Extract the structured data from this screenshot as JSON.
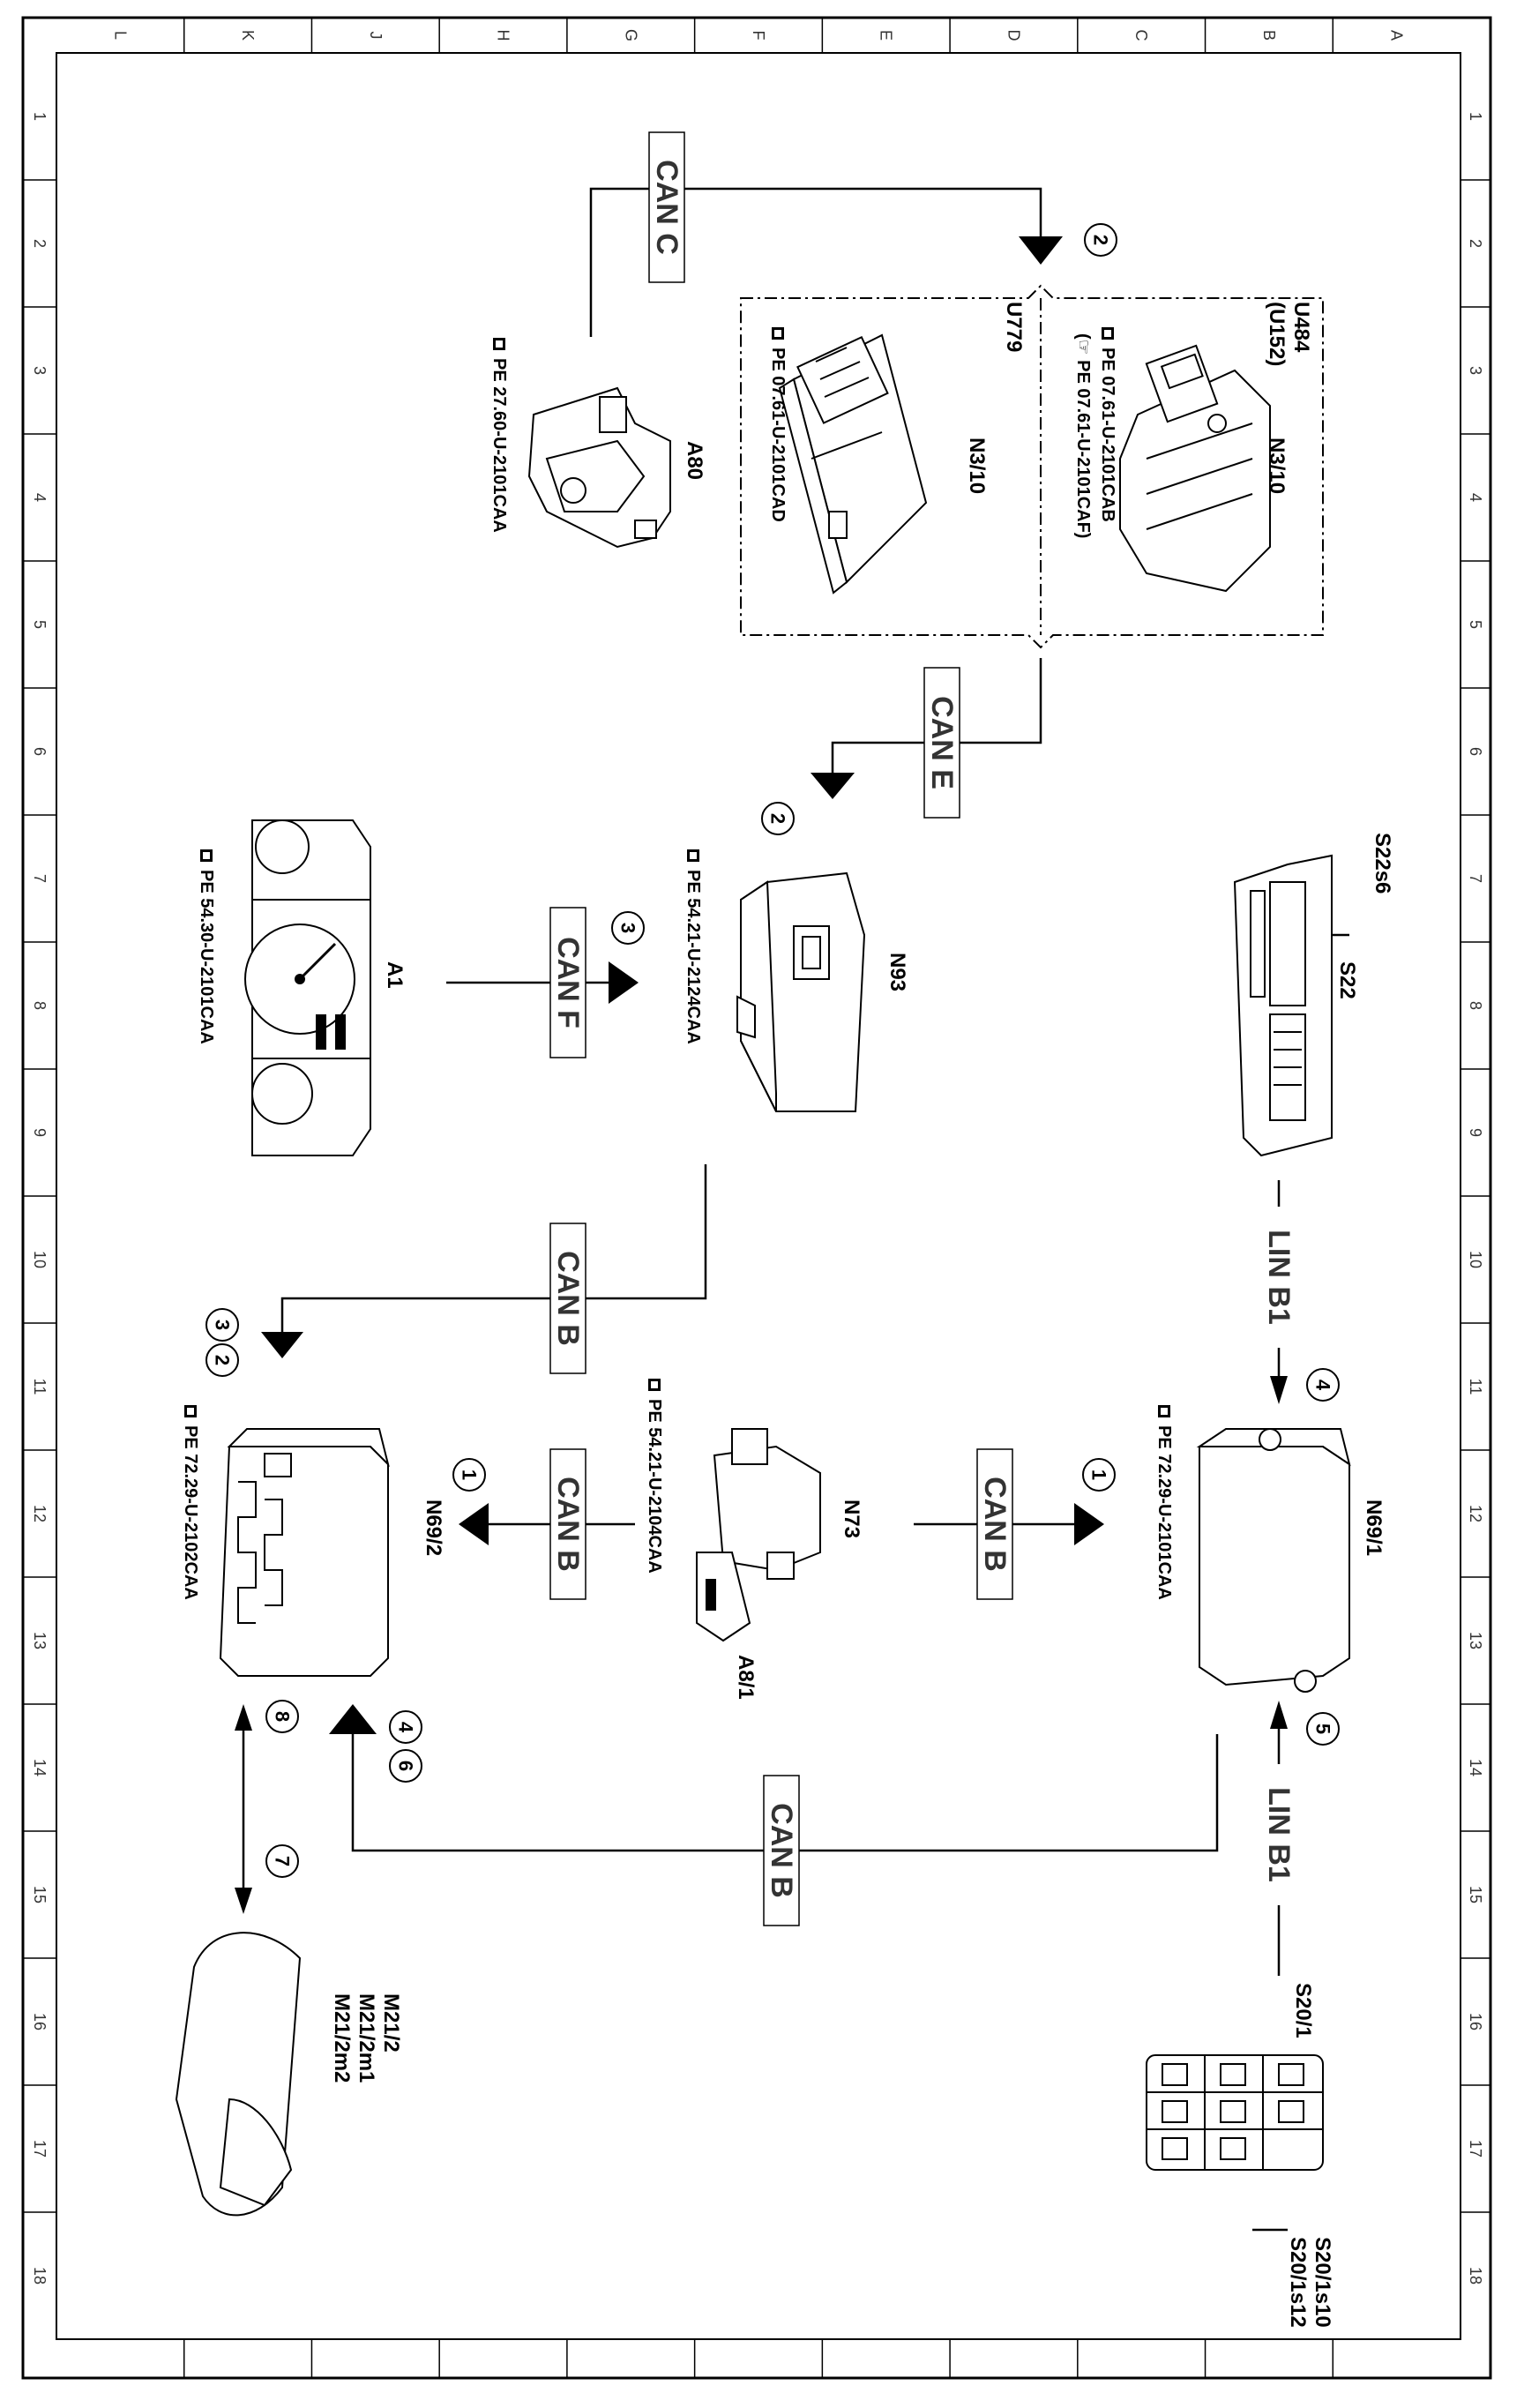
{
  "grid": {
    "letters": [
      "L",
      "K",
      "J",
      "H",
      "G",
      "F",
      "E",
      "D",
      "C",
      "B",
      "A"
    ],
    "numbers": [
      "1",
      "2",
      "3",
      "4",
      "5",
      "6",
      "7",
      "8",
      "9",
      "10",
      "11",
      "12",
      "13",
      "14",
      "15",
      "16",
      "17",
      "18"
    ]
  },
  "components": {
    "a80": {
      "label": "A80",
      "ref": "PE 27.60-U-2101CAA"
    },
    "n3_10_u484": {
      "variant_a": "U484",
      "variant_b": "(U152)",
      "label": "N3/10",
      "ref1": "PE 07.61-U-2101CAB",
      "ref2": "(☞ PE 07.61-U-2101CAF)"
    },
    "n3_10_u779": {
      "variant": "U779",
      "label": "N3/10",
      "ref": "PE 07.61-U-2101CAD"
    },
    "n93": {
      "label": "N93",
      "ref": "PE 54.21-U-2124CAA"
    },
    "a1": {
      "label": "A1",
      "ref": "PE 54.30-U-2101CAA"
    },
    "s22": {
      "label": "S22",
      "sub": "S22s6"
    },
    "n69_1": {
      "label": "N69/1",
      "ref": "PE 72.29-U-2101CAA"
    },
    "n73": {
      "label": "N73",
      "ref": "PE 54.21-U-2104CAA",
      "sub": "A8/1"
    },
    "n69_2": {
      "label": "N69/2",
      "ref": "PE 72.29-U-2102CAA"
    },
    "m21": {
      "l1": "M21/2",
      "l2": "M21/2m1",
      "l3": "M21/2m2"
    },
    "s20": {
      "label": "S20/1",
      "l1": "S20/1s10",
      "l2": "S20/1s12"
    }
  },
  "buses": {
    "can_c": "CAN C",
    "can_e": "CAN E",
    "can_f": "CAN F",
    "can_b1": "CAN B",
    "can_b2": "CAN B",
    "can_b3": "CAN B",
    "can_b4": "CAN B",
    "lin_b1_top": "LIN B1",
    "lin_b1_bottom": "LIN B1"
  },
  "badges": {
    "b_top_2": "2",
    "b_cane_2": "2",
    "b_canf_3": "3",
    "b_n69_2_3": "3",
    "b_n69_2_2": "2",
    "b_n69_1_4": "4",
    "b_n69_1_1": "1",
    "b_n69_2_1": "1",
    "b_n69_2_4": "4",
    "b_n69_2_6": "6",
    "b_m21_8": "8",
    "b_m21_7": "7",
    "b_s20_5": "5"
  }
}
